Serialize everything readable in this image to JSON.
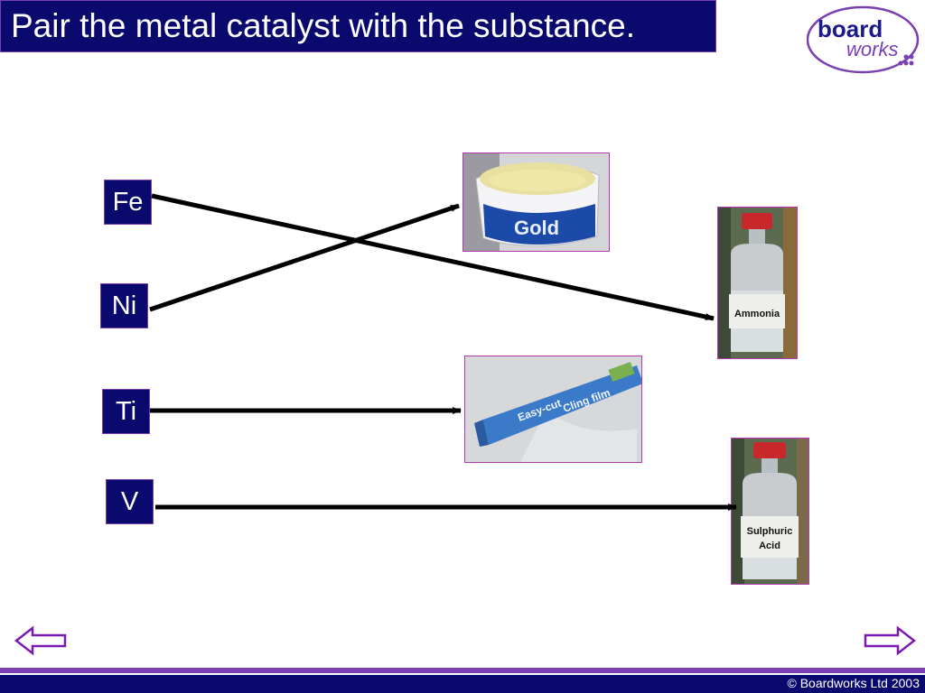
{
  "header": {
    "title": "Pair the metal catalyst with the substance."
  },
  "logo": {
    "word1": "board",
    "word2": "works",
    "brand_color": "#7a3fb0",
    "navy": "#1a1a8a"
  },
  "metals": [
    {
      "label": "Fe"
    },
    {
      "label": "Ni"
    },
    {
      "label": "Ti"
    },
    {
      "label": "V"
    }
  ],
  "substances": {
    "margarine": {
      "brand": "Gold"
    },
    "ammonia": {
      "label": "Ammonia"
    },
    "cling_film": {
      "label": "Cling film",
      "tagline": "Easy-cut"
    },
    "sulphuric_acid": {
      "line1": "Sulphuric",
      "line2": "Acid"
    }
  },
  "pairings": [
    {
      "metal": "Fe",
      "substance": "Ammonia"
    },
    {
      "metal": "Ni",
      "substance": "Margarine"
    },
    {
      "metal": "Ti",
      "substance": "Cling film"
    },
    {
      "metal": "V",
      "substance": "Sulphuric Acid"
    }
  ],
  "nav": {
    "back_icon": "hollow-left-arrow-icon",
    "forward_icon": "hollow-right-arrow-icon"
  },
  "footer": {
    "copyright": "© Boardworks Ltd 2003"
  },
  "colors": {
    "title_bg": "#0a0a6e",
    "accent": "#7a3fb0",
    "image_border": "#b03ab0",
    "arrow": "#000000"
  }
}
